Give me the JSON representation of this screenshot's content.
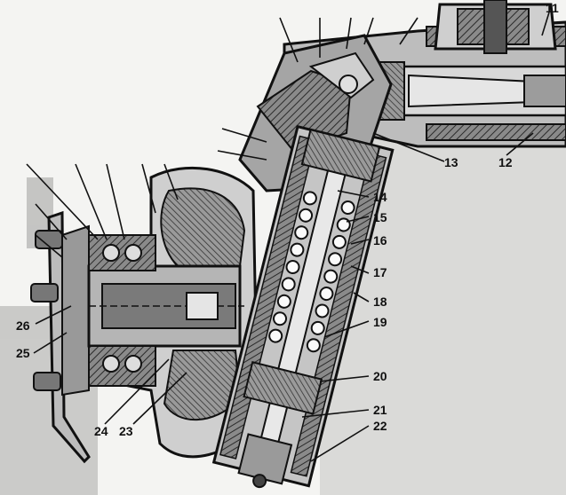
{
  "figure": {
    "callouts": [
      "11",
      "12",
      "13",
      "14",
      "15",
      "16",
      "17",
      "18",
      "19",
      "20",
      "21",
      "22",
      "23",
      "24",
      "25",
      "26"
    ]
  }
}
